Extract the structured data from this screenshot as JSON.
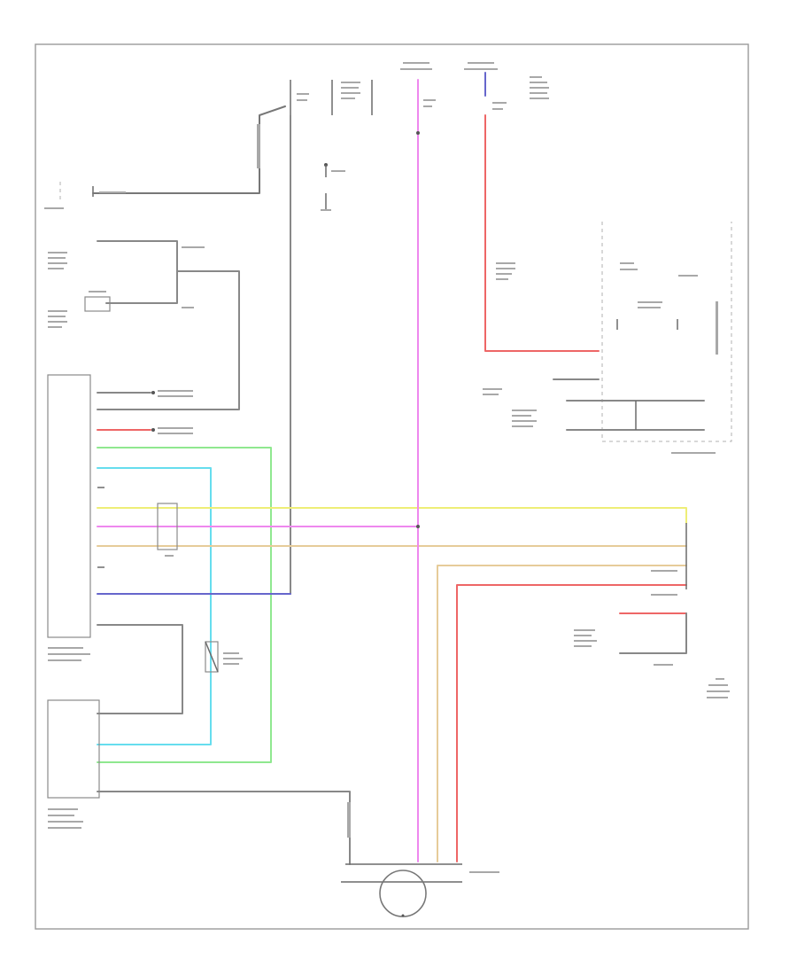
{
  "diagram": {
    "corner_code": "",
    "colors": {
      "black": "#555555",
      "magenta": "#ee88ee",
      "red": "#ee6666",
      "green": "#8fe88f",
      "cyan": "#66ddee",
      "yellow": "#eeee77",
      "tan": "#e6cc99",
      "blue_violet": "#6666cc",
      "frame": "#9a9a9a"
    },
    "components": [
      {
        "id": "generator",
        "label": ""
      },
      {
        "id": "ecm-pcm",
        "label": ""
      },
      {
        "id": "instrument-cluster-module",
        "label": ""
      },
      {
        "id": "underhood-fuse-box",
        "label": ""
      },
      {
        "id": "ignition-switch",
        "label": ""
      },
      {
        "id": "battery",
        "label": ""
      }
    ]
  }
}
